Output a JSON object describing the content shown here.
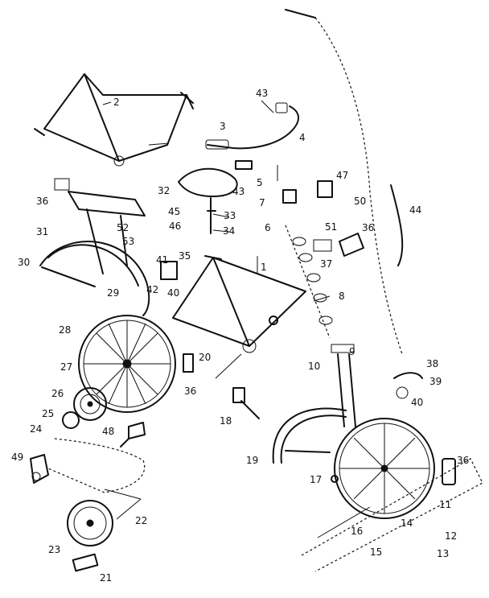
{
  "diagram": {
    "callouts": [
      {
        "id": "c1",
        "text": "1"
      },
      {
        "id": "c2",
        "text": "2"
      },
      {
        "id": "c3",
        "text": "3"
      },
      {
        "id": "c4",
        "text": "4"
      },
      {
        "id": "c5",
        "text": "5"
      },
      {
        "id": "c6",
        "text": "6"
      },
      {
        "id": "c7",
        "text": "7"
      },
      {
        "id": "c8",
        "text": "8"
      },
      {
        "id": "c9",
        "text": "9"
      },
      {
        "id": "c10",
        "text": "10"
      },
      {
        "id": "c11",
        "text": "11"
      },
      {
        "id": "c12",
        "text": "12"
      },
      {
        "id": "c13",
        "text": "13"
      },
      {
        "id": "c14",
        "text": "14"
      },
      {
        "id": "c15",
        "text": "15"
      },
      {
        "id": "c16",
        "text": "16"
      },
      {
        "id": "c17",
        "text": "17"
      },
      {
        "id": "c18",
        "text": "18"
      },
      {
        "id": "c19",
        "text": "19"
      },
      {
        "id": "c20",
        "text": "20"
      },
      {
        "id": "c21",
        "text": "21"
      },
      {
        "id": "c22",
        "text": "22"
      },
      {
        "id": "c23",
        "text": "23"
      },
      {
        "id": "c24",
        "text": "24"
      },
      {
        "id": "c25",
        "text": "25"
      },
      {
        "id": "c26",
        "text": "26"
      },
      {
        "id": "c27",
        "text": "27"
      },
      {
        "id": "c28",
        "text": "28"
      },
      {
        "id": "c29",
        "text": "29"
      },
      {
        "id": "c30",
        "text": "30"
      },
      {
        "id": "c31",
        "text": "31"
      },
      {
        "id": "c32",
        "text": "32"
      },
      {
        "id": "c33",
        "text": "33"
      },
      {
        "id": "c34",
        "text": "34"
      },
      {
        "id": "c35",
        "text": "35"
      },
      {
        "id": "c36a",
        "text": "36"
      },
      {
        "id": "c36b",
        "text": "36"
      },
      {
        "id": "c36c",
        "text": "36"
      },
      {
        "id": "c36d",
        "text": "36"
      },
      {
        "id": "c37",
        "text": "37"
      },
      {
        "id": "c38",
        "text": "38"
      },
      {
        "id": "c39",
        "text": "39"
      },
      {
        "id": "c40a",
        "text": "40"
      },
      {
        "id": "c40b",
        "text": "40"
      },
      {
        "id": "c41",
        "text": "41"
      },
      {
        "id": "c42",
        "text": "42"
      },
      {
        "id": "c43a",
        "text": "43"
      },
      {
        "id": "c43b",
        "text": "43"
      },
      {
        "id": "c44",
        "text": "44"
      },
      {
        "id": "c45",
        "text": "45"
      },
      {
        "id": "c46",
        "text": "46"
      },
      {
        "id": "c47",
        "text": "47"
      },
      {
        "id": "c48",
        "text": "48"
      },
      {
        "id": "c49",
        "text": "49"
      },
      {
        "id": "c50",
        "text": "50"
      },
      {
        "id": "c51",
        "text": "51"
      },
      {
        "id": "c52",
        "text": "52"
      },
      {
        "id": "c53",
        "text": "53"
      }
    ]
  }
}
